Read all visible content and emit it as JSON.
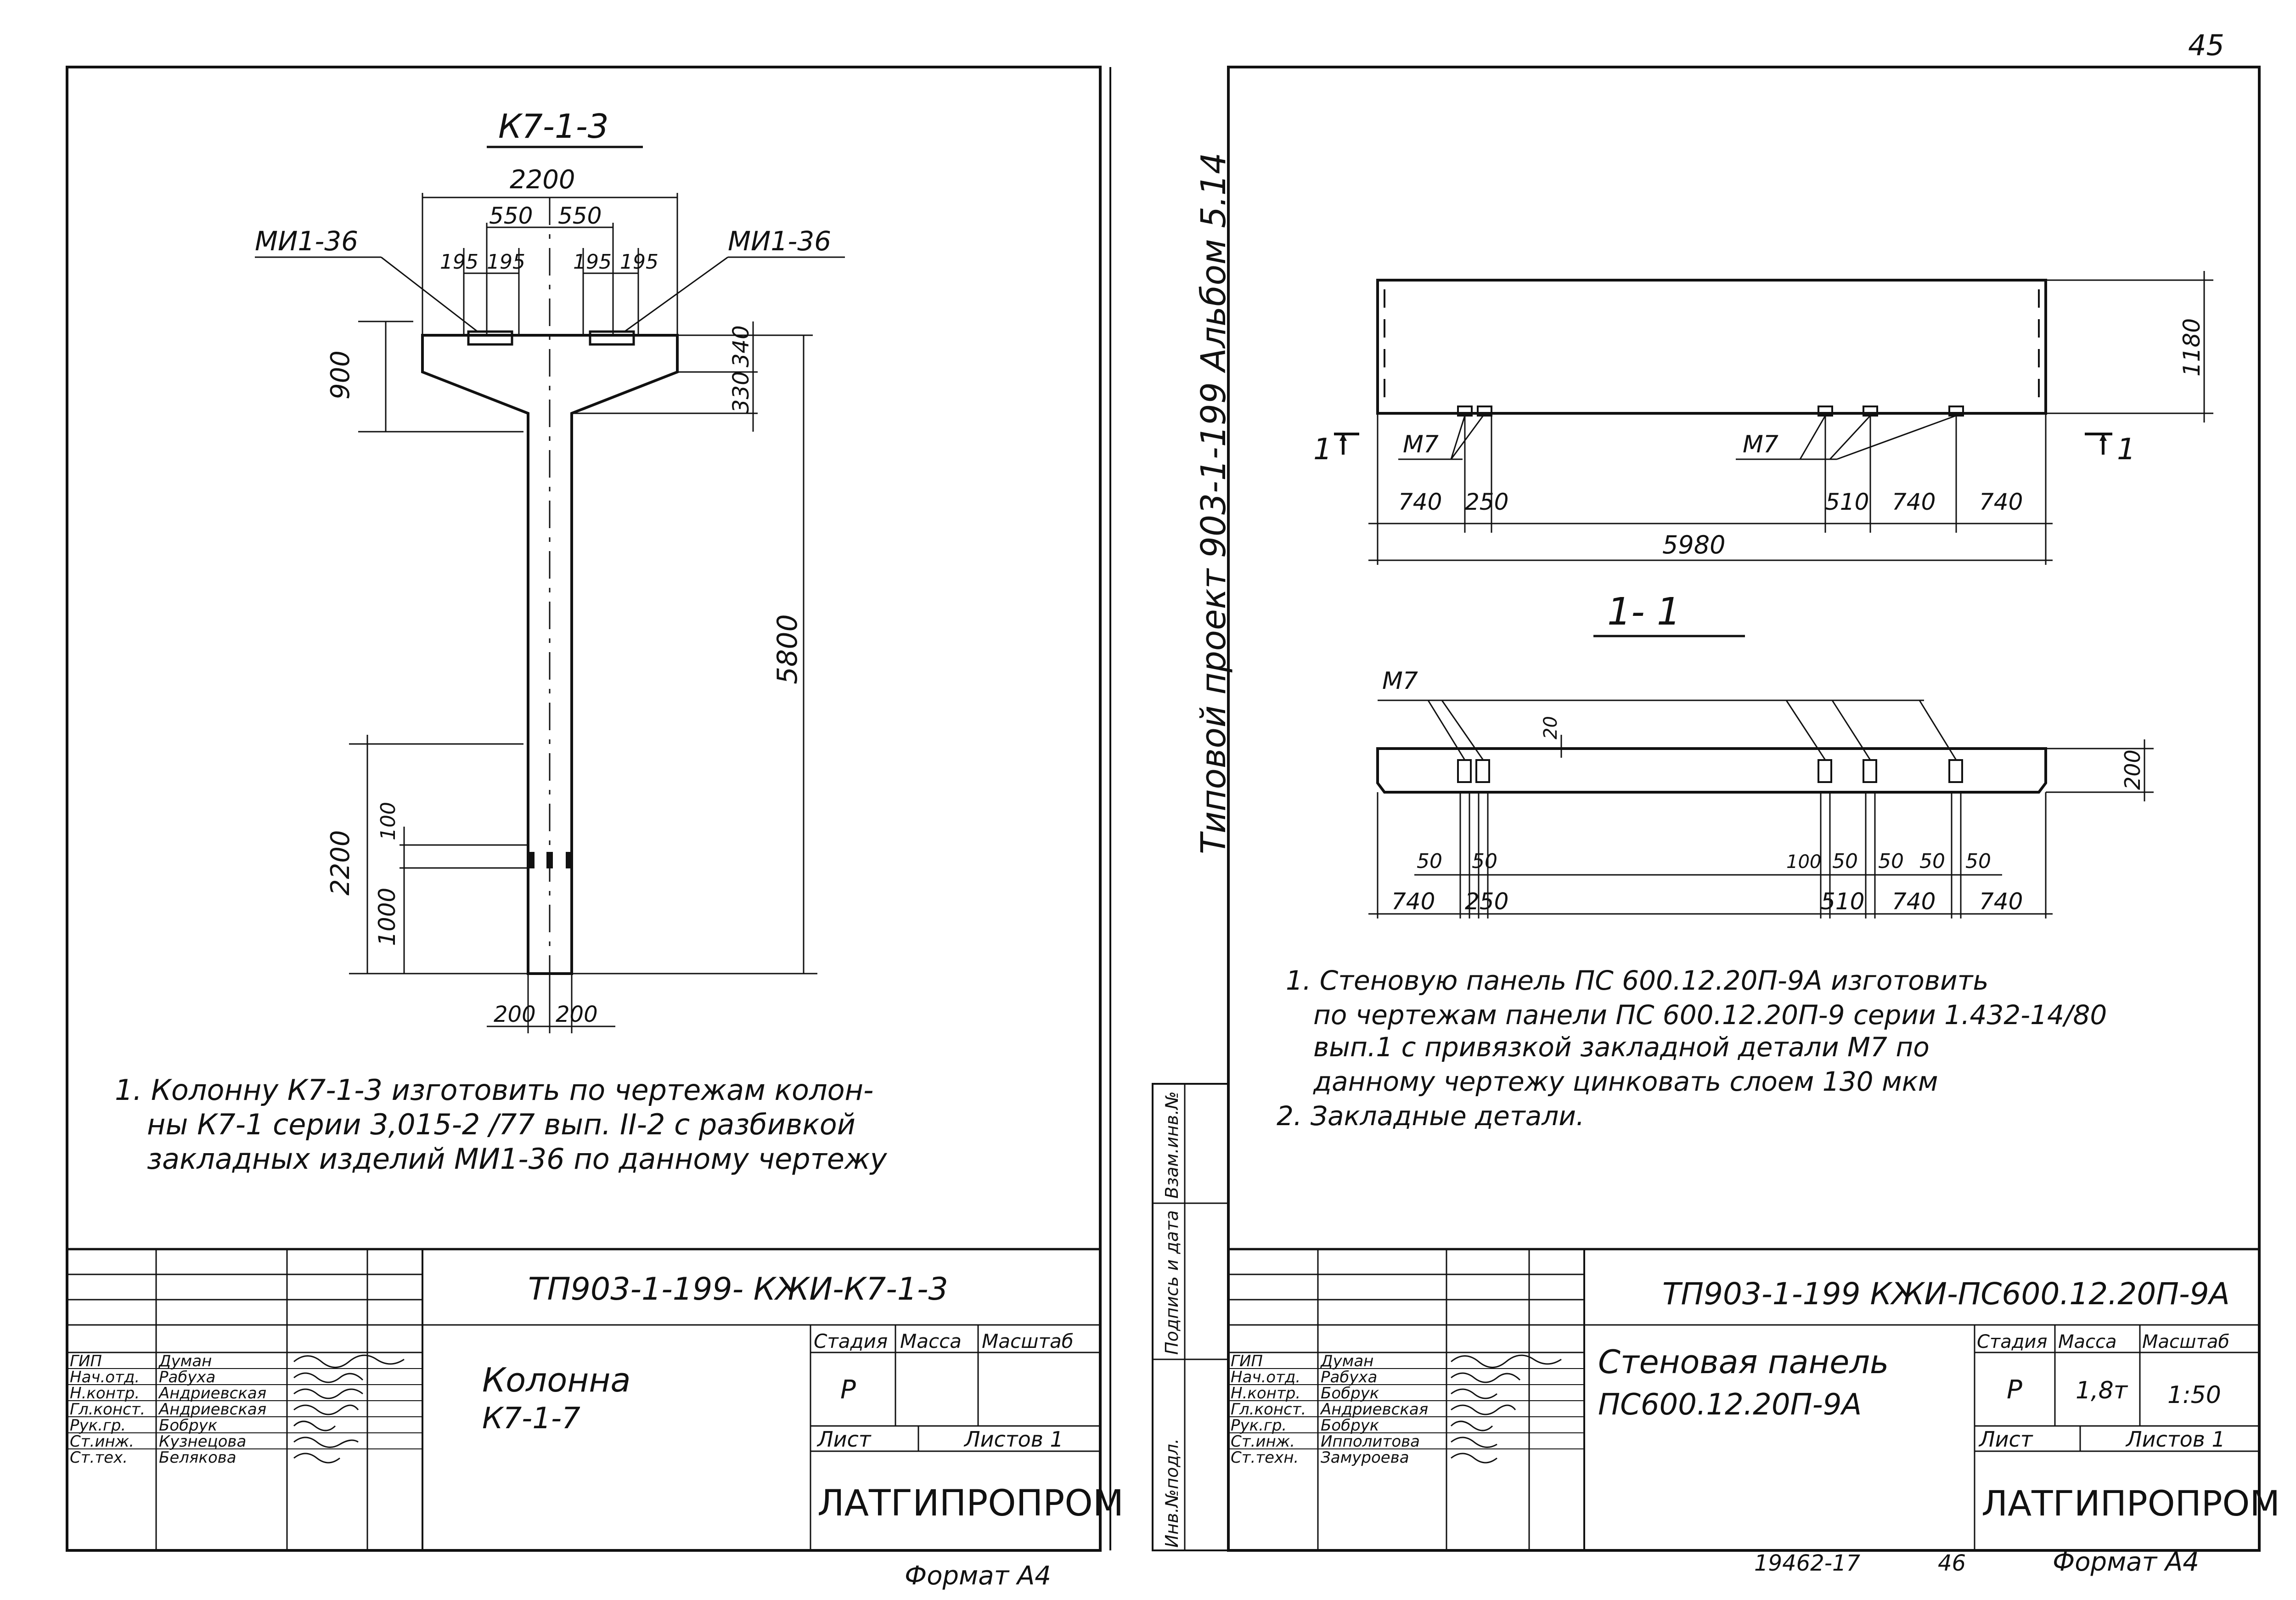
{
  "page_number": "45",
  "album_label": "Типовой проект 903-1-199 Альбом 5.14",
  "left": {
    "section_title": "К7-1-3",
    "labels": {
      "mi_left": "МИ1-36",
      "mi_right": "МИ1-36"
    },
    "dims": {
      "d2200_top": "2200",
      "d550a": "550",
      "d550b": "550",
      "d195a": "195",
      "d195b": "195",
      "d195c": "195",
      "d195d": "195",
      "d900": "900",
      "d340": "340",
      "d330": "330",
      "d5800": "5800",
      "d2200_left": "2200",
      "d100": "100",
      "d1000": "1000",
      "d200a": "200",
      "d200b": "200"
    },
    "notes": [
      "1. Колонну К7-1-3 изготовить по чертежам колон-",
      "ны К7-1 серии 3,015-2 /77 вып. II-2 с разбивкой",
      "закладных изделий МИ1-36 по данному чертежу"
    ],
    "stamp": {
      "code": "ТП903-1-199-  КЖИ-К7-1-3",
      "title_line1": "Колонна",
      "title_line2": "К7-1-7",
      "headers": {
        "stage": "Стадия",
        "mass": "Масса",
        "scale": "Масштаб",
        "sheet": "Лист",
        "sheets": "Листов 1"
      },
      "stage_value": "Р",
      "mass_value": "",
      "scale_value": "",
      "org": "ЛАТГИПРОПРОМ",
      "rows": [
        {
          "role": "ГИП",
          "name": "Думан"
        },
        {
          "role": "Нач.отд.",
          "name": "Рабуха"
        },
        {
          "role": "Н.контр.",
          "name": "Андриевская"
        },
        {
          "role": "Гл.конст.",
          "name": "Андриевская"
        },
        {
          "role": "Рук.гр.",
          "name": "Бобрук"
        },
        {
          "role": "Ст.инж.",
          "name": "Кузнецова"
        },
        {
          "role": "Ст.тех.",
          "name": "Белякова"
        }
      ]
    },
    "format": "Формат А4"
  },
  "right": {
    "labels": {
      "m7_left": "М7",
      "m7_right": "М7",
      "m7_section": "М7",
      "cut_left": "1",
      "cut_right": "1"
    },
    "dims": {
      "d1180": "1180",
      "d740a": "740",
      "d250a": "250",
      "d510": "510",
      "d740b": "740",
      "d740c": "740",
      "d5980": "5980",
      "d20": "20",
      "d200": "200",
      "s50a": "50",
      "s50b": "50",
      "s100": "100",
      "s50c": "50",
      "s50d": "50",
      "s50e": "50",
      "s50f": "50",
      "s740a": "740",
      "s250": "250",
      "s510": "510",
      "s740b": "740",
      "s740c": "740"
    },
    "section_title": "1- 1",
    "notes": [
      "1. Стеновую панель ПС 600.12.20П-9А изготовить",
      "по чертежам панели ПС 600.12.20П-9 серии 1.432-14/80",
      "вып.1 с привязкой закладной детали М7 по",
      "данному чертежу цинковать слоем 130 мкм",
      "2. Закладные детали."
    ],
    "stamp": {
      "code": "ТП903-1-199  КЖИ-ПС600.12.20П-9А",
      "title_line1": "Стеновая панель",
      "title_line2": "ПС600.12.20П-9А",
      "headers": {
        "stage": "Стадия",
        "mass": "Масса",
        "scale": "Масштаб",
        "sheet": "Лист",
        "sheets": "Листов 1"
      },
      "stage_value": "Р",
      "mass_value": "1,8т",
      "scale_value": "1:50",
      "org": "ЛАТГИПРОПРОМ",
      "rows": [
        {
          "role": "ГИП",
          "name": "Думан"
        },
        {
          "role": "Нач.отд.",
          "name": "Рабуха"
        },
        {
          "role": "Н.контр.",
          "name": "Бобрук"
        },
        {
          "role": "Гл.конст.",
          "name": "Андриевская"
        },
        {
          "role": "Рук.гр.",
          "name": "Бобрук"
        },
        {
          "role": "Ст.инж.",
          "name": "Ипполитова"
        },
        {
          "role": "Ст.техн.",
          "name": "Замуроева"
        }
      ]
    },
    "bottom_code": "19462-17",
    "bottom_sheet": "46",
    "format": "Формат А4"
  },
  "side_stamp": [
    "Инв.№подл.",
    "Подпись и дата",
    "Взам.инв.№"
  ]
}
